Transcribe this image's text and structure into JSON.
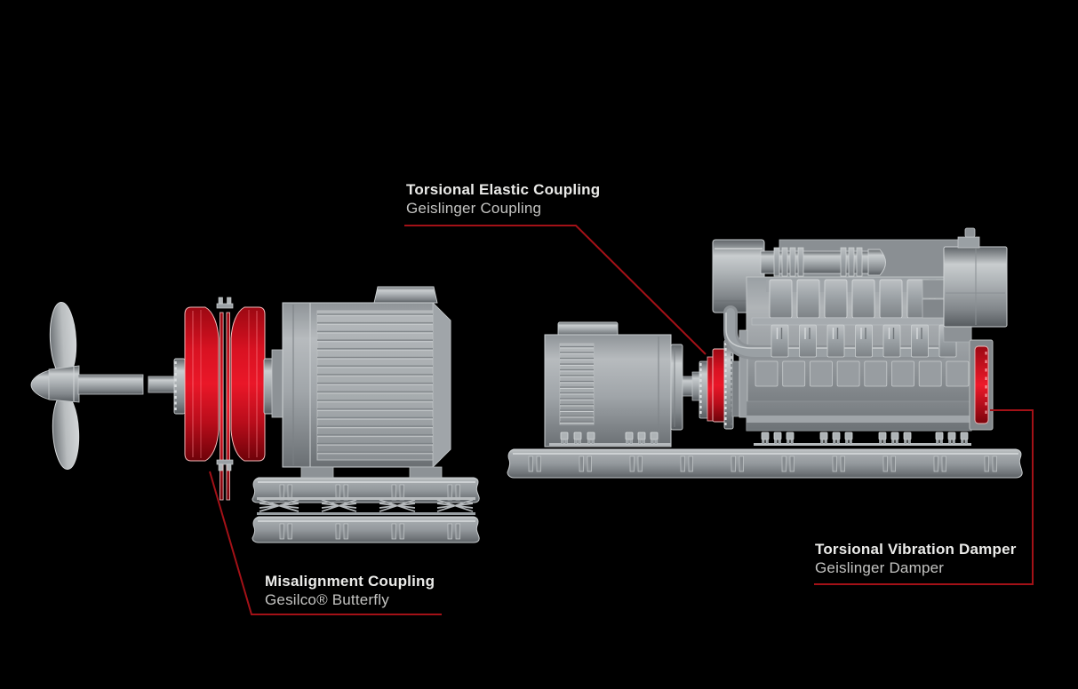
{
  "colors": {
    "background": "#000000",
    "accent_red": "#d6101f",
    "leader_line": "#a31117",
    "machinery_light": "#c9cdcf",
    "machinery_mid": "#9aa0a4",
    "machinery_dark": "#5a5f63",
    "label_title": "#ebebe9",
    "label_subtitle": "#c4c4c2"
  },
  "diagram": {
    "labels": {
      "elastic_coupling": {
        "title": "Torsional Elastic Coupling",
        "subtitle": "Geislinger Coupling"
      },
      "misalignment_coupling": {
        "title": "Misalignment Coupling",
        "subtitle": "Gesilco® Butterfly"
      },
      "vibration_damper": {
        "title": "Torsional Vibration Damper",
        "subtitle": "Geislinger Damper"
      }
    }
  }
}
